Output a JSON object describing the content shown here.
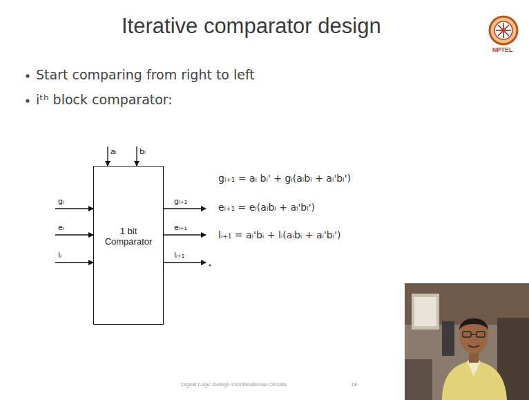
{
  "diagram": {
    "title": "Iterative comparator design",
    "nodes": [
      {
        "text": [
          "1 bit Comparator"
        ]
      }
    ],
    "edges": [],
    "labels": [
      "Start comparing from right to left",
      "iᵗʰ block comparator:",
      "aᵢ",
      "bᵢ",
      "gᵢ",
      "eᵢ",
      "lᵢ",
      "gᵢ₊₁",
      "eᵢ₊₁",
      "lᵢ₊₁",
      "gᵢ₊₁ = aᵢ bᵢ' + gᵢ(aᵢbᵢ + aᵢ'bᵢ')",
      "eᵢ₊₁ = eᵢ(aᵢbᵢ + aᵢ'bᵢ')",
      "lᵢ₊₁ = aᵢ'bᵢ + lᵢ(aᵢbᵢ + aᵢ'bᵢ')",
      "NPTEL",
      "Digital Logic Design Combinational Circuits",
      "18"
    ]
  }
}
